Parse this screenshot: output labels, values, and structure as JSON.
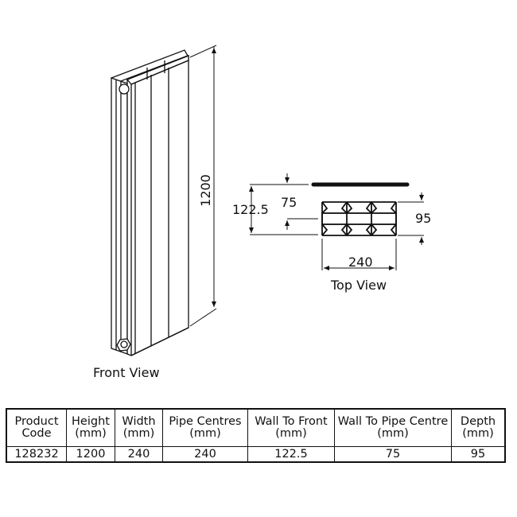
{
  "front_view": {
    "label": "Front View",
    "height_dim": "1200"
  },
  "top_view": {
    "label": "Top View",
    "dims": {
      "wall_to_front": "122.5",
      "wall_to_pipe": "75",
      "depth": "95",
      "width": "240"
    }
  },
  "table": {
    "headers": [
      [
        "Product",
        "Code"
      ],
      [
        "Height",
        "(mm)"
      ],
      [
        "Width",
        "(mm)"
      ],
      [
        "Pipe Centres",
        "(mm)"
      ],
      [
        "Wall To Front",
        "(mm)"
      ],
      [
        "Wall To Pipe Centre",
        "(mm)"
      ],
      [
        "Depth",
        "(mm)"
      ]
    ],
    "row": [
      "128232",
      "1200",
      "240",
      "240",
      "122.5",
      "75",
      "95"
    ]
  }
}
